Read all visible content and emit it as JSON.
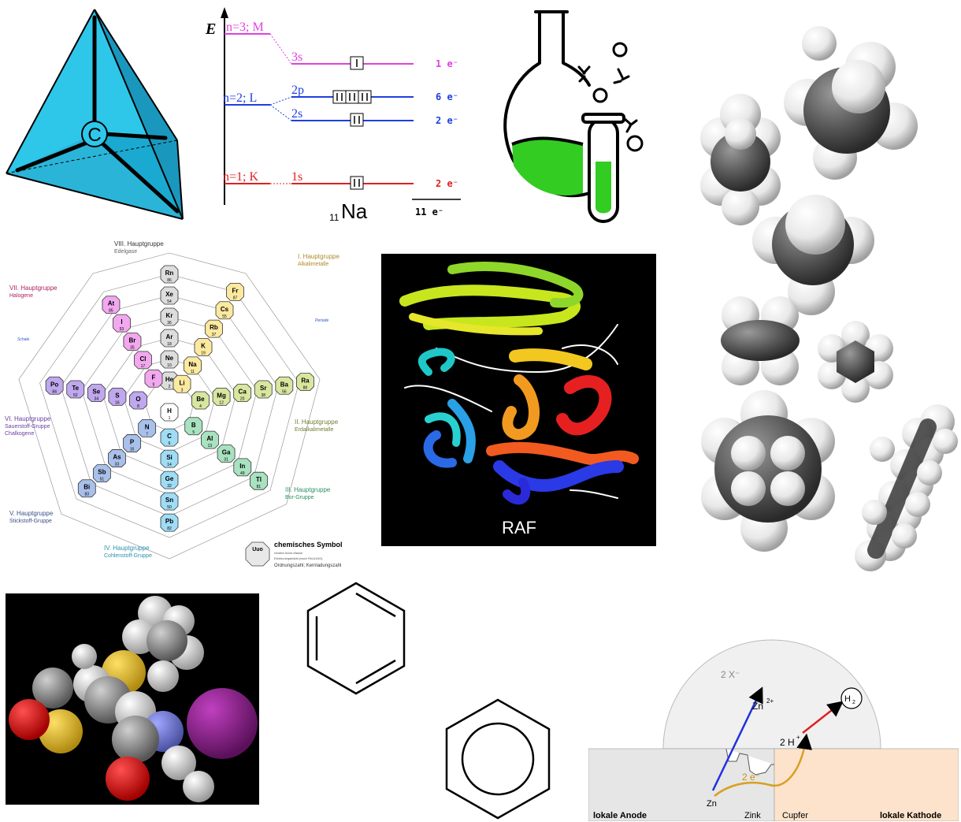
{
  "tetrahedron": {
    "center_label": "C",
    "face_color": "#2ec7ea",
    "edge_color": "#000000"
  },
  "energy_diagram": {
    "axis_label": "E",
    "element_label": "Na",
    "atomic_number": "11",
    "total": "11 e⁻",
    "shells": [
      {
        "shell": "n=3; M",
        "orbital": "3s",
        "electrons": "1 e⁻",
        "color": "#e040e0"
      },
      {
        "shell": "n=2; L",
        "orbital": "2p",
        "electrons": "6 e⁻",
        "color": "#1f3fe0"
      },
      {
        "orbital": "2s",
        "electrons": "2 e⁻",
        "color": "#1f3fe0"
      },
      {
        "shell": "n=1; K",
        "orbital": "1s",
        "electrons": "2 e⁻",
        "color": "#e02020"
      }
    ]
  },
  "flask": {
    "liquid_color": "#33cc22"
  },
  "periodic": {
    "groups": [
      {
        "title": "VIII. Hauptgruppe",
        "sub": "Edelgase"
      },
      {
        "title": "I. Hauptgruppe",
        "sub": "Alkalimetalle"
      },
      {
        "title": "VII. Hauptgruppe",
        "sub": "Halogene"
      },
      {
        "title": "VI. Hauptgruppe",
        "sub": "Sauerstoff-Gruppe",
        "sub2": "Chalkogene"
      },
      {
        "title": "II. Hauptgruppe",
        "sub": "Erdalkalimetalle"
      },
      {
        "title": "III. Hauptgruppe",
        "sub": "Bor-Gruppe"
      },
      {
        "title": "V. Hauptgruppe",
        "sub": "Stickstoff-Gruppe"
      },
      {
        "title": "IV. Hauptgruppe",
        "sub": "Cohlenstoff-Gruppe"
      }
    ],
    "schale": "Schale",
    "periode": "Periode",
    "legend": {
      "symbol": "Uuo",
      "title": "chemisches Symbol",
      "line1": "relative Atom-Masse",
      "line2": "Elektronegativität (nach PAULING)",
      "line3": "Ordnungszahl; Kernladungszahl"
    },
    "elements": [
      {
        "s": "H",
        "n": "1",
        "c": "#ffffff"
      },
      {
        "s": "He",
        "n": "2",
        "c": "#dddddd"
      },
      {
        "s": "Ne",
        "n": "10",
        "c": "#dddddd"
      },
      {
        "s": "Ar",
        "n": "18",
        "c": "#dddddd"
      },
      {
        "s": "Kr",
        "n": "36",
        "c": "#dddddd"
      },
      {
        "s": "Xe",
        "n": "54",
        "c": "#dddddd"
      },
      {
        "s": "Rn",
        "n": "86",
        "c": "#dddddd"
      },
      {
        "s": "Li",
        "n": "3",
        "c": "#fbe9a0"
      },
      {
        "s": "Na",
        "n": "11",
        "c": "#fbe9a0"
      },
      {
        "s": "K",
        "n": "19",
        "c": "#fbe9a0"
      },
      {
        "s": "Rb",
        "n": "37",
        "c": "#fbe9a0"
      },
      {
        "s": "Cs",
        "n": "55",
        "c": "#fbe9a0"
      },
      {
        "s": "Fr",
        "n": "87",
        "c": "#fbe9a0"
      },
      {
        "s": "Be",
        "n": "4",
        "c": "#d8e6a0"
      },
      {
        "s": "Mg",
        "n": "12",
        "c": "#d8e6a0"
      },
      {
        "s": "Ca",
        "n": "20",
        "c": "#d8e6a0"
      },
      {
        "s": "Sr",
        "n": "38",
        "c": "#d8e6a0"
      },
      {
        "s": "Ba",
        "n": "56",
        "c": "#d8e6a0"
      },
      {
        "s": "Ra",
        "n": "88",
        "c": "#d8e6a0"
      },
      {
        "s": "B",
        "n": "5",
        "c": "#a8e2c0"
      },
      {
        "s": "Al",
        "n": "13",
        "c": "#a8e2c0"
      },
      {
        "s": "Ga",
        "n": "31",
        "c": "#a8e2c0"
      },
      {
        "s": "In",
        "n": "49",
        "c": "#a8e2c0"
      },
      {
        "s": "Tl",
        "n": "81",
        "c": "#a8e2c0"
      },
      {
        "s": "C",
        "n": "6",
        "c": "#9fdcf5"
      },
      {
        "s": "Si",
        "n": "14",
        "c": "#9fdcf5"
      },
      {
        "s": "Ge",
        "n": "32",
        "c": "#9fdcf5"
      },
      {
        "s": "Sn",
        "n": "50",
        "c": "#9fdcf5"
      },
      {
        "s": "Pb",
        "n": "82",
        "c": "#9fdcf5"
      },
      {
        "s": "N",
        "n": "7",
        "c": "#a8c0ea"
      },
      {
        "s": "P",
        "n": "15",
        "c": "#a8c0ea"
      },
      {
        "s": "As",
        "n": "33",
        "c": "#a8c0ea"
      },
      {
        "s": "Sb",
        "n": "51",
        "c": "#a8c0ea"
      },
      {
        "s": "Bi",
        "n": "83",
        "c": "#a8c0ea"
      },
      {
        "s": "O",
        "n": "8",
        "c": "#c0a8ee"
      },
      {
        "s": "S",
        "n": "16",
        "c": "#c0a8ee"
      },
      {
        "s": "Se",
        "n": "34",
        "c": "#c0a8ee"
      },
      {
        "s": "Te",
        "n": "52",
        "c": "#c0a8ee"
      },
      {
        "s": "Po",
        "n": "84",
        "c": "#c0a8ee"
      },
      {
        "s": "F",
        "n": "9",
        "c": "#f2a8ee"
      },
      {
        "s": "Cl",
        "n": "17",
        "c": "#f2a8ee"
      },
      {
        "s": "Br",
        "n": "35",
        "c": "#f2a8ee"
      },
      {
        "s": "I",
        "n": "53",
        "c": "#f2a8ee"
      },
      {
        "s": "At",
        "n": "85",
        "c": "#f2a8ee"
      }
    ]
  },
  "protein": {
    "label": "RAF"
  },
  "corrosion": {
    "anion": "2 X⁻",
    "zn2": "Zn",
    "zn2_charge": "2+",
    "h2": "H",
    "h2_sub": "2",
    "hplus": "2 H",
    "hplus_charge": "+",
    "electrons": "2 e⁻",
    "zn": "Zn",
    "bottom_left": "lokale Anode",
    "zink": "Zink",
    "cupfer": "Cupfer",
    "bottom_right": "lokale Kathode"
  }
}
